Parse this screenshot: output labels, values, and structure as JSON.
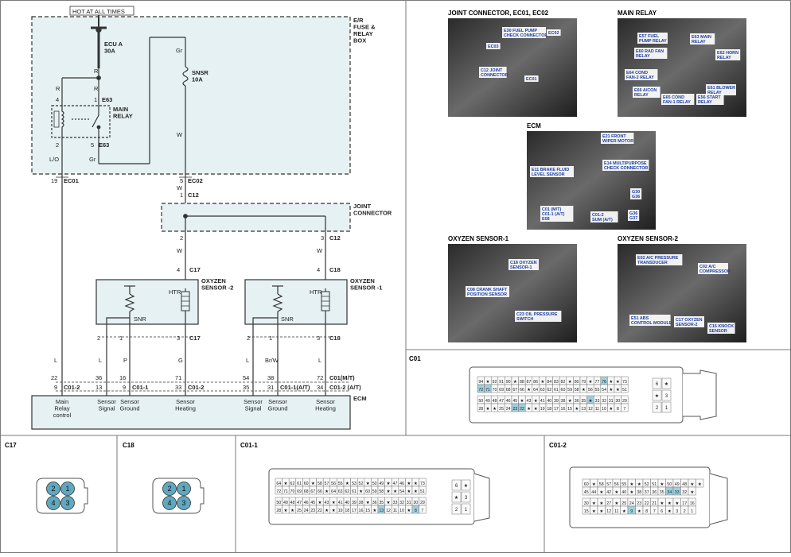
{
  "schematic": {
    "hot_label": "HOT AT ALL TIMES",
    "er_box": "E/R\nFUSE &\nRELAY\nBOX",
    "ecu_fuse": "ECU A\n30A",
    "snsr_fuse": "SNSR\n10A",
    "main_relay": "MAIN\nRELAY",
    "wire_r": "R",
    "wire_gr": "Gr",
    "wire_w": "W",
    "wire_lo": "L/O",
    "wire_l": "L",
    "wire_p": "P",
    "wire_g": "G",
    "wire_brw": "Br/W",
    "pins": {
      "p4": "4",
      "p1": "1",
      "p2": "2",
      "p5": "5",
      "p19": "19",
      "p3": "3",
      "p22": "22",
      "p9": "9",
      "p36": "36",
      "p13": "13",
      "p16": "16",
      "p71": "71",
      "p33": "33",
      "p54": "54",
      "p35": "35",
      "p38": "38",
      "p31": "31",
      "p72": "72",
      "p34": "34"
    },
    "connectors": {
      "e63": "E63",
      "ec01": "EC01",
      "ec02": "EC02",
      "c12": "C12",
      "c17": "C17",
      "c18": "C18",
      "c01_2": "C01-2",
      "c01_1": "C01-1",
      "c01_1_at": "C01-1(A/T)",
      "c01_mt": "C01(M/T)",
      "c01_2_at": "C01-2 (A/T)"
    },
    "joint_connector": "JOINT\nCONNECTOR",
    "o2_sensor_2": "OXYZEN\nSENSOR -2",
    "o2_sensor_1": "OXYZEN\nSENSOR -1",
    "htr": "HTR",
    "snr": "SNR",
    "ecm": "ECM",
    "ecm_labels": [
      "Main\nRelay\ncontrol",
      "Sensor\nSignal",
      "Sensor\nGround",
      "Sensor\nHeating",
      "Sensor\nSignal",
      "Sensor\nGround",
      "Sensor\nHeating"
    ]
  },
  "photos": {
    "joint_connector": {
      "title": "JOINT CONNECTOR, EC01, EC02",
      "callouts": [
        "E30 FUEL PUMP\nCHECK CONNECTOR",
        "EC02",
        "EC03",
        "C12 JOINT\nCONNECTOR",
        "EC01"
      ]
    },
    "main_relay": {
      "title": "MAIN RELAY",
      "callouts": [
        "E57 FUEL\nPUMP RELAY",
        "E63 MAIN\nRELAY",
        "E62 HORN\nRELAY",
        "E60 RAD FAN\nRELAY",
        "E64 COND\nFAN-2 RELAY",
        "E61 BLOWER\nRELAY",
        "E66 A/CON\nRELAY",
        "E65 COND\nFAN-1 RELAY",
        "E56 START\nRELAY"
      ]
    },
    "ecm": {
      "title": "ECM",
      "callouts": [
        "E21 FRONT\nWIPER MOTOR",
        "E14 MULTIPURPOSE\nCHECK CONNECTOR",
        "E11 BRAKE FLUID\nLEVEL SENSOR",
        "C01 (M/T)\nC01-1 (A/T)\nE08",
        "C01-2\nSUM (A/T)",
        "G30\nG36",
        "G36\nG37"
      ]
    },
    "o2_1": {
      "title": "OXYZEN SENSOR-1",
      "callouts": [
        "C18 OXYZEN\nSENSOR-1",
        "C08 CRANK SHAFT\nPOSITION SENSOR",
        "C23 OIL PRESSURE\nSWITCH"
      ]
    },
    "o2_2": {
      "title": "OXYZEN SENSOR-2",
      "callouts": [
        "E02 A/C PRESSURE\nTRANSDUCER",
        "C02 A/C\nCOMPRESSOR",
        "E51 ABS\nCONTROL MODULE",
        "C17 OXYZEN\nSENSOR-2",
        "C16 KNOCK\nSENSOR"
      ]
    }
  },
  "connector_views": {
    "c01": {
      "label": "C01",
      "rows": [
        [
          "94",
          "★",
          "92",
          "91",
          "90",
          "★",
          "88",
          "87",
          "86",
          "★",
          "84",
          "83",
          "82",
          "★",
          "80",
          "79",
          "★",
          "77",
          "76",
          "★",
          "★",
          "73"
        ],
        [
          "72",
          "71",
          "70",
          "69",
          "68",
          "67",
          "66",
          "★",
          "64",
          "63",
          "62",
          "61",
          "60",
          "59",
          "58",
          "★",
          "56",
          "55",
          "54",
          "★",
          "★",
          "51"
        ],
        [
          "50",
          "49",
          "48",
          "47",
          "46",
          "45",
          "★",
          "43",
          "★",
          "41",
          "40",
          "39",
          "38",
          "★",
          "36",
          "35",
          "★",
          "33",
          "32",
          "31",
          "30",
          "29"
        ],
        [
          "28",
          "★",
          "★",
          "25",
          "24",
          "23",
          "22",
          "★",
          "★",
          "19",
          "18",
          "17",
          "16",
          "15",
          "★",
          "13",
          "12",
          "11",
          "10",
          "★",
          "8",
          "7"
        ]
      ],
      "side": [
        "6",
        "★",
        "★",
        "3",
        "2",
        "1"
      ]
    },
    "c01_1": {
      "label": "C01-1",
      "rows": [
        [
          "64",
          "★",
          "62",
          "61",
          "60",
          "★",
          "58",
          "57",
          "56",
          "55",
          "★",
          "53",
          "52",
          "★",
          "50",
          "49",
          "★",
          "47",
          "46",
          "★",
          "★",
          "73"
        ],
        [
          "72",
          "71",
          "70",
          "69",
          "68",
          "67",
          "66",
          "★",
          "64",
          "63",
          "62",
          "61",
          "★",
          "60",
          "59",
          "58",
          "★",
          "★",
          "54",
          "★",
          "★",
          "51"
        ],
        [
          "50",
          "49",
          "48",
          "47",
          "46",
          "45",
          "★",
          "43",
          "★",
          "41",
          "40",
          "39",
          "38",
          "★",
          "36",
          "35",
          "★",
          "33",
          "32",
          "31",
          "30",
          "29"
        ],
        [
          "28",
          "★",
          "★",
          "25",
          "24",
          "23",
          "22",
          "★",
          "★",
          "19",
          "18",
          "17",
          "16",
          "15",
          "★",
          "13",
          "12",
          "11",
          "10",
          "★",
          "8",
          "7"
        ]
      ],
      "side": [
        "6",
        "★",
        "★",
        "3",
        "2",
        "1"
      ]
    },
    "c01_2": {
      "label": "C01-2",
      "rows": [
        [
          "60",
          "★",
          "58",
          "57",
          "56",
          "55",
          "★",
          "★",
          "52",
          "51",
          "★",
          "50",
          "49",
          "48",
          "★",
          "★"
        ],
        [
          "45",
          "44",
          "★",
          "42",
          "★",
          "40",
          "★",
          "38",
          "37",
          "36",
          "35",
          "34",
          "33",
          "32",
          "★"
        ],
        [
          "30",
          "★",
          "★",
          "27",
          "★",
          "25",
          "24",
          "23",
          "22",
          "21",
          "★",
          "★",
          "★",
          "17",
          "16"
        ],
        [
          "15",
          "★",
          "★",
          "12",
          "11",
          "★",
          "9",
          "★",
          "8",
          "7",
          "6",
          "★",
          "3",
          "2",
          "1"
        ]
      ]
    },
    "c17": {
      "label": "C17",
      "pins": [
        "2",
        "1",
        "4",
        "3"
      ]
    },
    "c18": {
      "label": "C18",
      "pins": [
        "2",
        "1",
        "4",
        "3"
      ]
    }
  },
  "colors": {
    "line": "#333333",
    "box_fill": "#e6f1f3",
    "cell_fill": "#fafafa",
    "pin_fill": "#5fa8c0",
    "blue_callout": "#1c3fa3",
    "panel_border": "#7a7a7a"
  }
}
